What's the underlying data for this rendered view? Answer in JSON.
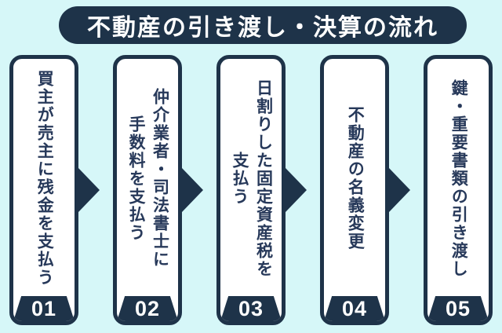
{
  "title": {
    "text": "不動産の引き渡し・決算の流れ"
  },
  "steps": [
    {
      "number": "01",
      "text": "買主が売主に残金を支払う"
    },
    {
      "number": "02",
      "text": "仲介業者・司法書士に\n手数料を支払う"
    },
    {
      "number": "03",
      "text": "日割りした固定資産税を\n支払う"
    },
    {
      "number": "04",
      "text": "不動産の名義変更"
    },
    {
      "number": "05",
      "text": "鍵・重要書類の引き渡し"
    }
  ],
  "icons": {
    "arrow": "right-pointing-triangle"
  },
  "colors": {
    "background": "#d6f7f8",
    "accent_navy": "#1e3349",
    "card_text": "#27395a",
    "card_background": "#ffffff",
    "title_text": "#ffffff",
    "number_text": "#ffffff"
  }
}
